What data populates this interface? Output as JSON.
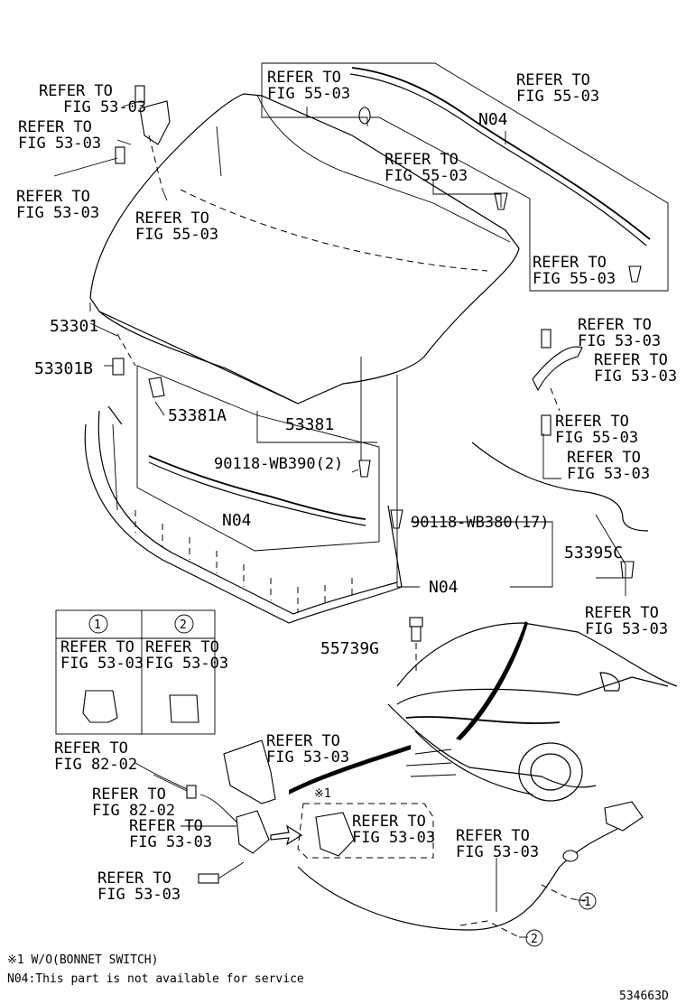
{
  "labels": {
    "ref_53_03_a": [
      "REFER TO",
      "FIG 53-03"
    ],
    "ref_53_03_b": [
      "REFER TO",
      "FIG 53-03"
    ],
    "ref_53_03_c": [
      "REFER TO",
      "FIG 53-03"
    ],
    "ref_55_03_a": [
      "REFER TO",
      "FIG 55-03"
    ],
    "ref_55_03_top": [
      "REFER TO",
      "FIG 55-03"
    ],
    "ref_55_03_right": [
      "REFER TO",
      "FIG 55-03"
    ],
    "ref_55_03_mid": [
      "REFER TO",
      "FIG 55-03"
    ],
    "ref_55_03_box": [
      "REFER TO",
      "FIG 55-03"
    ],
    "ref_53_03_hinge1": [
      "REFER TO",
      "FIG 53-03"
    ],
    "ref_53_03_hinge2": [
      "REFER TO",
      "FIG 53-03"
    ],
    "ref_55_03_hinge": [
      "REFER TO",
      "FIG 55-03"
    ],
    "ref_53_03_hinge3": [
      "REFER TO",
      "FIG 53-03"
    ],
    "ref_53_03_53395c": [
      "REFER TO",
      "FIG 53-03"
    ],
    "ref_53_03_cover": [
      "REFER TO",
      "FIG 53-03"
    ],
    "ref_82_02_a": [
      "REFER TO",
      "FIG 82-02"
    ],
    "ref_82_02_b": [
      "REFER TO",
      "FIG 82-02"
    ],
    "ref_53_03_lock": [
      "REFER TO",
      "FIG 53-03"
    ],
    "ref_53_03_bolt": [
      "REFER TO",
      "FIG 53-03"
    ],
    "ref_53_03_sw": [
      "REFER TO",
      "FIG 53-03"
    ],
    "ref_53_03_cable": [
      "REFER TO",
      "FIG 53-03"
    ],
    "inset1": [
      "REFER TO",
      "FIG 53-03"
    ],
    "inset2": [
      "REFER TO",
      "FIG 53-03"
    ]
  },
  "parts": {
    "p53301": "53301",
    "p53301b": "53301B",
    "p53381a": "53381A",
    "p53381": "53381",
    "p90118_390": "90118-WB390(2)",
    "p90118_380": "90118-WB380(17)",
    "p53395c": "53395C",
    "p55739g": "55739G",
    "n04_top": "N04",
    "n04_mid": "N04",
    "n04_right": "N04"
  },
  "callouts": {
    "one": "1",
    "two": "2",
    "note_mark": "※1"
  },
  "footer": {
    "note1": "※1 W/O(BONNET SWITCH)",
    "note2": "N04:This part is not available for service",
    "diagram_id": "534663D"
  }
}
